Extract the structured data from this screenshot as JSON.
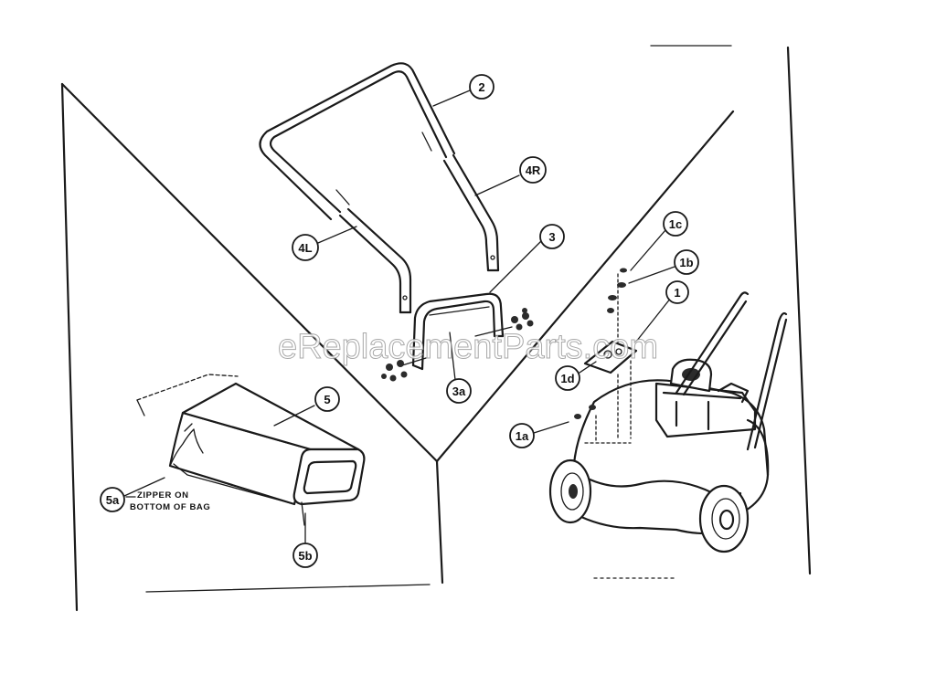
{
  "watermark": "eReplacementParts.com",
  "callouts": {
    "c2": "2",
    "c4R": "4R",
    "c4L": "4L",
    "c3": "3",
    "c3a": "3a",
    "c1c": "1c",
    "c1b": "1b",
    "c1": "1",
    "c1d": "1d",
    "c1a": "1a",
    "c5": "5",
    "c5a": "5a",
    "c5b": "5b"
  },
  "notes": {
    "zipper_line1": "ZIPPER ON",
    "zipper_line2": "BOTTOM OF BAG"
  }
}
